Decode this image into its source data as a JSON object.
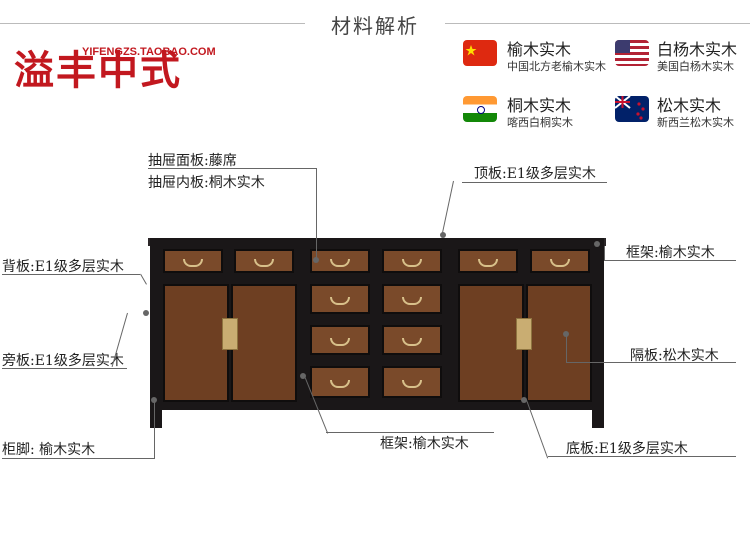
{
  "section_title": "材料解析",
  "logo": {
    "text": "溢丰中式",
    "url": "YIFENGZS.TAOBAO.COM"
  },
  "materials": [
    {
      "flag": "china-flag-icon",
      "name": "榆木实木",
      "desc": "中国北方老榆木实木"
    },
    {
      "flag": "usa-flag-icon",
      "name": "白杨木实木",
      "desc": "美国白杨木实木"
    },
    {
      "flag": "india-flag-icon",
      "name": "桐木实木",
      "desc": "喀西白桐实木"
    },
    {
      "flag": "nz-flag-icon",
      "name": "松木实木",
      "desc": "新西兰松木实木"
    }
  ],
  "callouts": {
    "drawer_face": "抽屉面板:藤席",
    "drawer_inner": "抽屉内板:桐木实木",
    "top_panel": "顶板:E1级多层实木",
    "back_panel": "背板:E1级多层实木",
    "frame_right": "框架:榆木实木",
    "side_panel": "旁板:E1级多层实木",
    "divider": "隔板:松木实木",
    "legs": "柜脚: 榆木实木",
    "frame_bottom": "框架:榆木实木",
    "bottom_panel": "底板:E1级多层实木"
  },
  "colors": {
    "brand_red": "#c2181f",
    "cabinet": "#1a1718",
    "rattan": "#7a4a2a"
  }
}
